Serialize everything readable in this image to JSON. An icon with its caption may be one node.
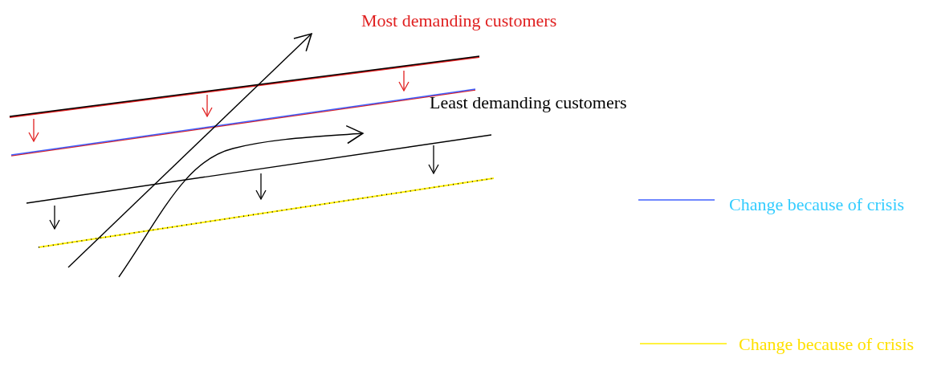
{
  "diagram": {
    "labels": [
      "Most demanding customers",
      "Least demanding customers"
    ],
    "legend": [
      {
        "text": "Change because of crisis"
      },
      {
        "text": "Change because of crisis"
      }
    ]
  }
}
